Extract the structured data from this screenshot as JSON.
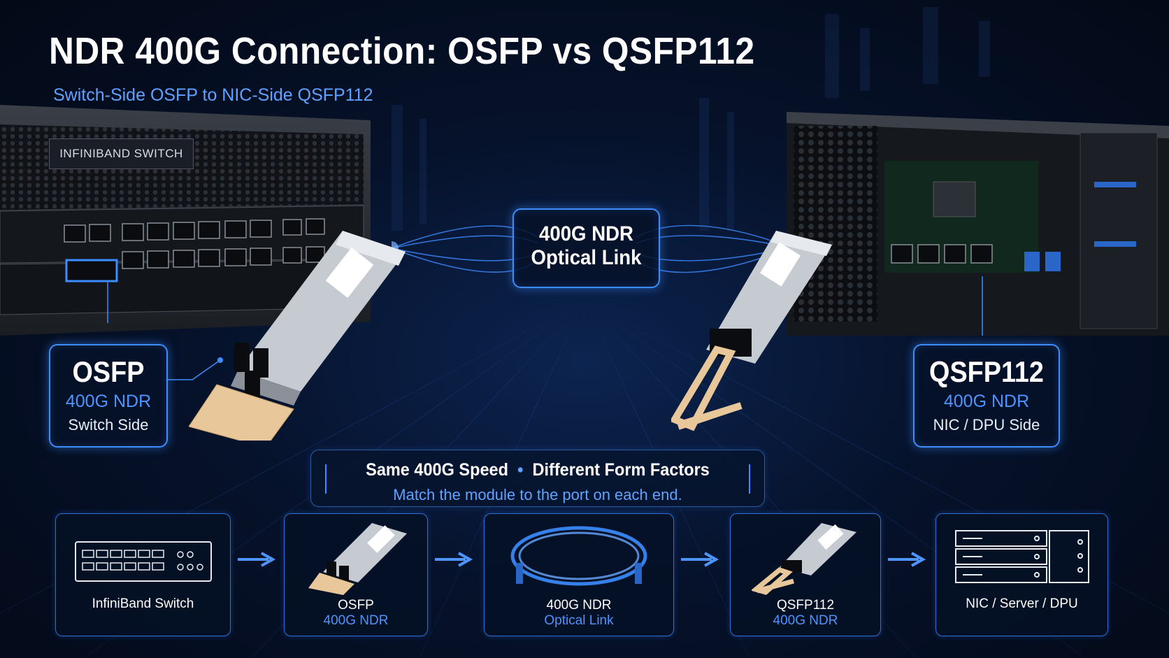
{
  "title": "NDR 400G Connection: OSFP vs QSFP112",
  "subtitle": "Switch-Side OSFP to NIC-Side QSFP112",
  "switch_label": "INFINIBAND SWITCH",
  "link": {
    "line1": "400G NDR",
    "line2": "Optical Link"
  },
  "osfp": {
    "name": "OSFP",
    "speed": "400G NDR",
    "side": "Switch Side"
  },
  "qsfp": {
    "name": "QSFP112",
    "speed": "400G NDR",
    "side": "NIC / DPU Side"
  },
  "banner": {
    "left": "Same 400G Speed",
    "separator": "•",
    "right": "Different Form Factors",
    "note": "Match the module to the port on each end."
  },
  "flow": [
    {
      "label": "InfiniBand Switch",
      "sub": ""
    },
    {
      "label": "OSFP",
      "sub": "400G NDR"
    },
    {
      "label": "400G NDR",
      "sub": "Optical Link"
    },
    {
      "label": "QSFP112",
      "sub": "400G NDR"
    },
    {
      "label": "NIC / Server / DPU",
      "sub": ""
    }
  ],
  "colors": {
    "accent": "#3c8dff",
    "subtitle": "#5fa2ff",
    "module_tab": "#e8c79a",
    "background": "#06122b"
  },
  "icons": [
    "switch-icon",
    "osfp-module-icon",
    "fiber-cable-icon",
    "qsfp-module-icon",
    "server-icon",
    "arrow-right-icon"
  ]
}
